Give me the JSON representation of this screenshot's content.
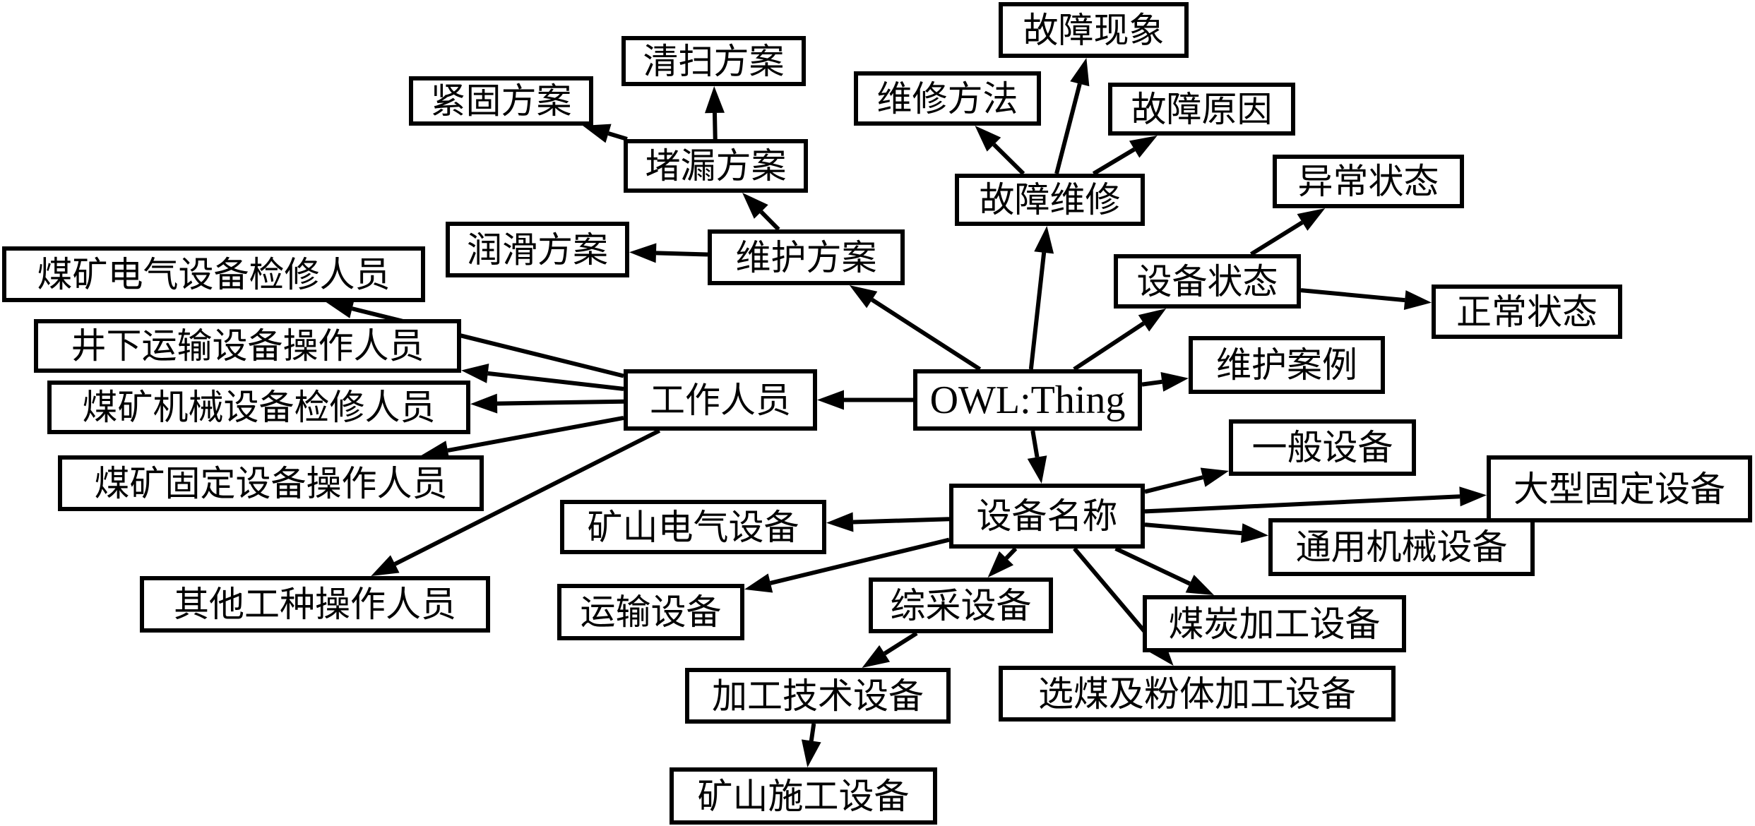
{
  "diagram": {
    "type": "ontology-tree",
    "root": "OWL:Thing",
    "colors": {
      "stroke": "#000000",
      "fill": "#ffffff",
      "text": "#000000"
    },
    "nodes": [
      {
        "id": "root",
        "label": "OWL:Thing"
      },
      {
        "id": "staff",
        "label": "工作人员"
      },
      {
        "id": "maint_plan",
        "label": "维护方案"
      },
      {
        "id": "fault_repair",
        "label": "故障维修"
      },
      {
        "id": "dev_state",
        "label": "设备状态"
      },
      {
        "id": "maint_case",
        "label": "维护案例"
      },
      {
        "id": "dev_name",
        "label": "设备名称"
      },
      {
        "id": "lube",
        "label": "润滑方案"
      },
      {
        "id": "plug",
        "label": "堵漏方案"
      },
      {
        "id": "fasten",
        "label": "紧固方案"
      },
      {
        "id": "clean",
        "label": "清扫方案"
      },
      {
        "id": "repair_method",
        "label": "维修方法"
      },
      {
        "id": "fault_phen",
        "label": "故障现象"
      },
      {
        "id": "fault_cause",
        "label": "故障原因"
      },
      {
        "id": "abnormal",
        "label": "异常状态"
      },
      {
        "id": "normal",
        "label": "正常状态"
      },
      {
        "id": "elec_repair",
        "label": "煤矿电气设备检修人员"
      },
      {
        "id": "under_transport",
        "label": "井下运输设备操作人员"
      },
      {
        "id": "mech_repair",
        "label": "煤矿机械设备检修人员"
      },
      {
        "id": "fixed_op",
        "label": "煤矿固定设备操作人员"
      },
      {
        "id": "other_op",
        "label": "其他工种操作人员"
      },
      {
        "id": "general_dev",
        "label": "一般设备"
      },
      {
        "id": "large_fixed",
        "label": "大型固定设备"
      },
      {
        "id": "general_mech",
        "label": "通用机械设备"
      },
      {
        "id": "mine_elec",
        "label": "矿山电气设备"
      },
      {
        "id": "transport",
        "label": "运输设备"
      },
      {
        "id": "fully_mech",
        "label": "综采设备"
      },
      {
        "id": "coal_proc",
        "label": "煤炭加工设备"
      },
      {
        "id": "coal_prep",
        "label": "选煤及粉体加工设备"
      },
      {
        "id": "proc_tech",
        "label": "加工技术设备"
      },
      {
        "id": "mine_const",
        "label": "矿山施工设备"
      }
    ],
    "edges": [
      {
        "from": "root",
        "to": "staff"
      },
      {
        "from": "root",
        "to": "maint_plan"
      },
      {
        "from": "root",
        "to": "fault_repair"
      },
      {
        "from": "root",
        "to": "dev_state"
      },
      {
        "from": "root",
        "to": "maint_case"
      },
      {
        "from": "root",
        "to": "dev_name"
      },
      {
        "from": "maint_plan",
        "to": "lube"
      },
      {
        "from": "maint_plan",
        "to": "plug"
      },
      {
        "from": "plug",
        "to": "fasten"
      },
      {
        "from": "plug",
        "to": "clean"
      },
      {
        "from": "fault_repair",
        "to": "repair_method"
      },
      {
        "from": "fault_repair",
        "to": "fault_phen"
      },
      {
        "from": "fault_repair",
        "to": "fault_cause"
      },
      {
        "from": "dev_state",
        "to": "abnormal"
      },
      {
        "from": "dev_state",
        "to": "normal"
      },
      {
        "from": "staff",
        "to": "elec_repair"
      },
      {
        "from": "staff",
        "to": "under_transport"
      },
      {
        "from": "staff",
        "to": "mech_repair"
      },
      {
        "from": "staff",
        "to": "fixed_op"
      },
      {
        "from": "staff",
        "to": "other_op"
      },
      {
        "from": "dev_name",
        "to": "general_dev"
      },
      {
        "from": "dev_name",
        "to": "large_fixed"
      },
      {
        "from": "dev_name",
        "to": "general_mech"
      },
      {
        "from": "dev_name",
        "to": "mine_elec"
      },
      {
        "from": "dev_name",
        "to": "transport"
      },
      {
        "from": "dev_name",
        "to": "fully_mech"
      },
      {
        "from": "dev_name",
        "to": "coal_proc"
      },
      {
        "from": "dev_name",
        "to": "coal_prep"
      },
      {
        "from": "fully_mech",
        "to": "proc_tech"
      },
      {
        "from": "proc_tech",
        "to": "mine_const"
      }
    ]
  }
}
